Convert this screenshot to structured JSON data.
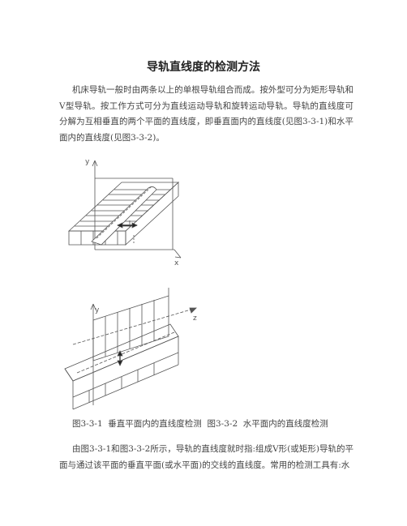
{
  "document": {
    "title": "导轨直线度的检测方法",
    "paragraph1": "机床导轨一般时由两条以上的单根导轨组合而成。按外型可分为矩形导轨和V型导轨。按工作方式可分为直线运动导轨和旋转运动导轨。导轨的直线度可分解为互相垂直的两个平面的直线度，即垂直面内的直线度(见图3-3-1)和水平面内的直线度(见图3-3-2)。",
    "caption": "图3-3-1  垂直平面内的直线度检测  图3-3-2  水平面内的直线度检测",
    "paragraph2": "由图3-3-1和图3-3-2所示，导轨的直线度就时指:组成V形(或矩形)导轨的平面与通过该平面的垂直平面(或水平面)的交线的直线度。常用的检测工具有:水"
  },
  "figure1": {
    "axis_y": "y",
    "axis_x": "x"
  },
  "figure2": {
    "axis_y": "y",
    "axis_z": "z"
  }
}
